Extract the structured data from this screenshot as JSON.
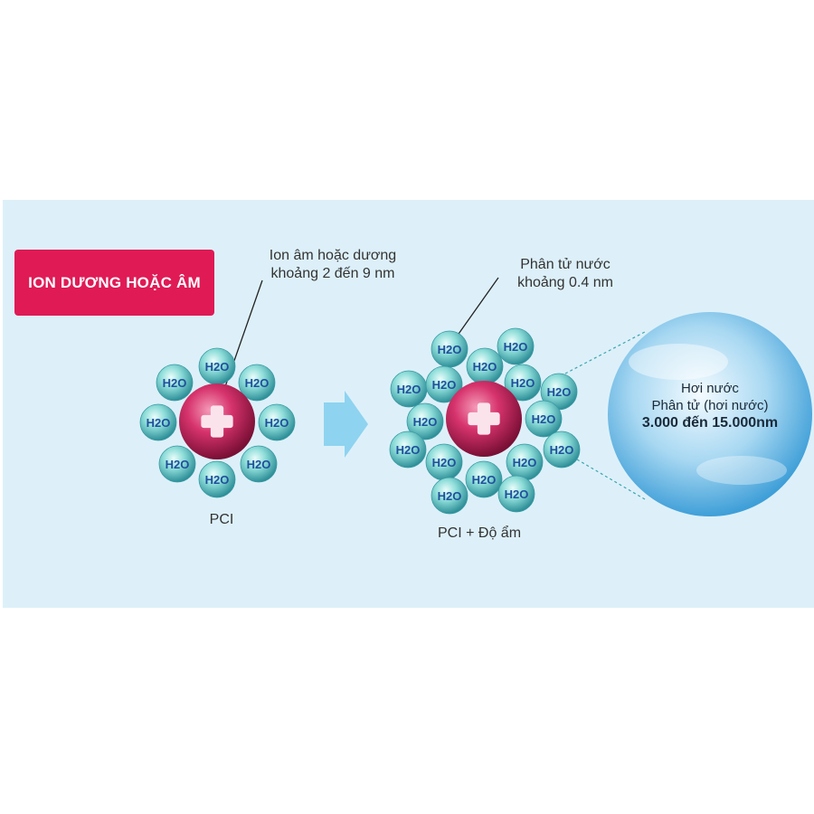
{
  "badge": {
    "text": "ION DƯƠNG HOẶC ÂM"
  },
  "labels": {
    "ion_line1": "Ion âm hoặc dương",
    "ion_line2": "khoảng 2 đến 9 nm",
    "water_line1": "Phân tử nước",
    "water_line2": "khoảng 0.4 nm",
    "pci": "PCI",
    "pci_moisture": "PCI + Độ ẩm"
  },
  "vapor": {
    "line1": "Hơi nước",
    "line2": "Phân tử (hơi nước)",
    "line3": "3.000 đến 15.000nm"
  },
  "molecule_label": "H2O",
  "colors": {
    "background": "#ddf0f9",
    "badge": "#e01a55",
    "arrow": "#8ed3f0",
    "ion": "#d6336c",
    "water": "#5ec4c8"
  }
}
